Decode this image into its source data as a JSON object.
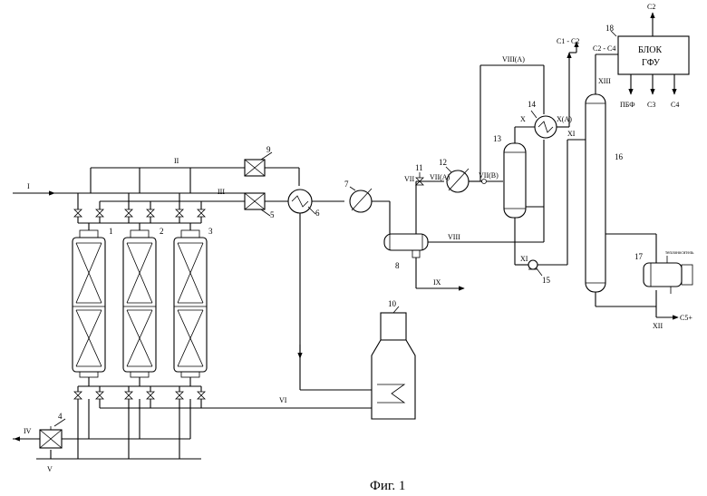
{
  "caption": "Фиг. 1",
  "equipment_numbers": [
    "1",
    "2",
    "3",
    "4",
    "5",
    "6",
    "7",
    "8",
    "9",
    "10",
    "11",
    "12",
    "13",
    "14",
    "15",
    "16",
    "17",
    "18"
  ],
  "stream_labels": {
    "I": "I",
    "II": "II",
    "III": "III",
    "IV": "IV",
    "V": "V",
    "VI": "VI",
    "VII": "VII",
    "VII_A": "VII(A)",
    "VII_B": "VII(B)",
    "VIII": "VIII",
    "VIII_A": "VIII(A)",
    "IX": "IX",
    "X": "X",
    "X_A": "X(A)",
    "XI_a": "XI",
    "XI_b": "XI",
    "XII": "XII",
    "XIII": "XIII"
  },
  "product_labels": {
    "c1_c2": "С1 - С2",
    "c2_c4": "С2 - С4",
    "c2": "С2",
    "pbf": "ПБФ",
    "c3": "С3",
    "c4": "С4",
    "c5plus": "С5+",
    "heat_carrier": "теплоноситель"
  },
  "gfu_block": {
    "line1": "БЛОК",
    "line2": "ГФУ"
  }
}
